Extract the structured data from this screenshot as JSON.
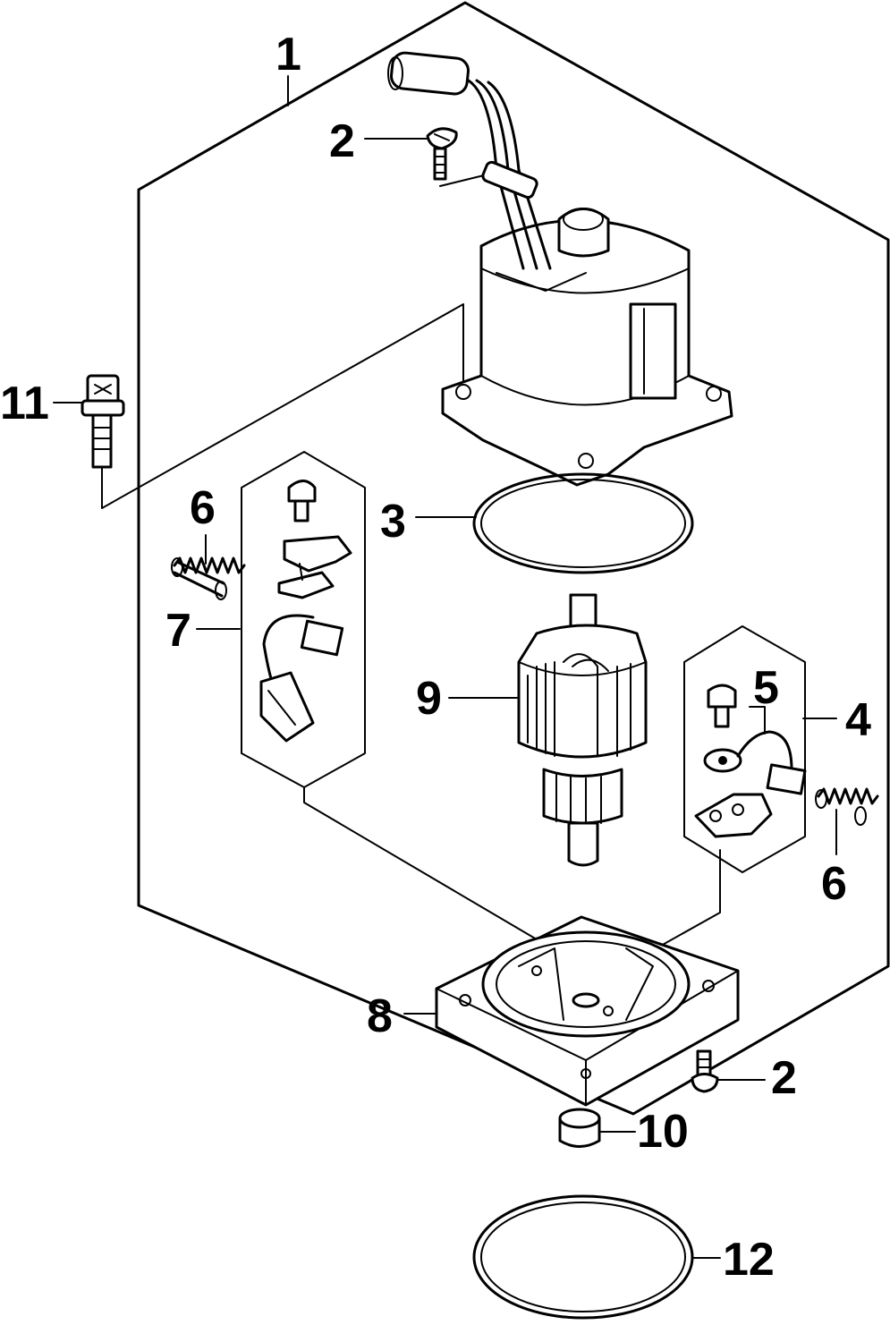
{
  "callouts": [
    {
      "id": "c1",
      "text": "1"
    },
    {
      "id": "c2a",
      "text": "2"
    },
    {
      "id": "c2b",
      "text": "2"
    },
    {
      "id": "c3",
      "text": "3"
    },
    {
      "id": "c4",
      "text": "4"
    },
    {
      "id": "c5",
      "text": "5"
    },
    {
      "id": "c6a",
      "text": "6"
    },
    {
      "id": "c6b",
      "text": "6"
    },
    {
      "id": "c7",
      "text": "7"
    },
    {
      "id": "c8",
      "text": "8"
    },
    {
      "id": "c9",
      "text": "9"
    },
    {
      "id": "c10",
      "text": "10"
    },
    {
      "id": "c11",
      "text": "11"
    },
    {
      "id": "c12",
      "text": "12"
    }
  ]
}
